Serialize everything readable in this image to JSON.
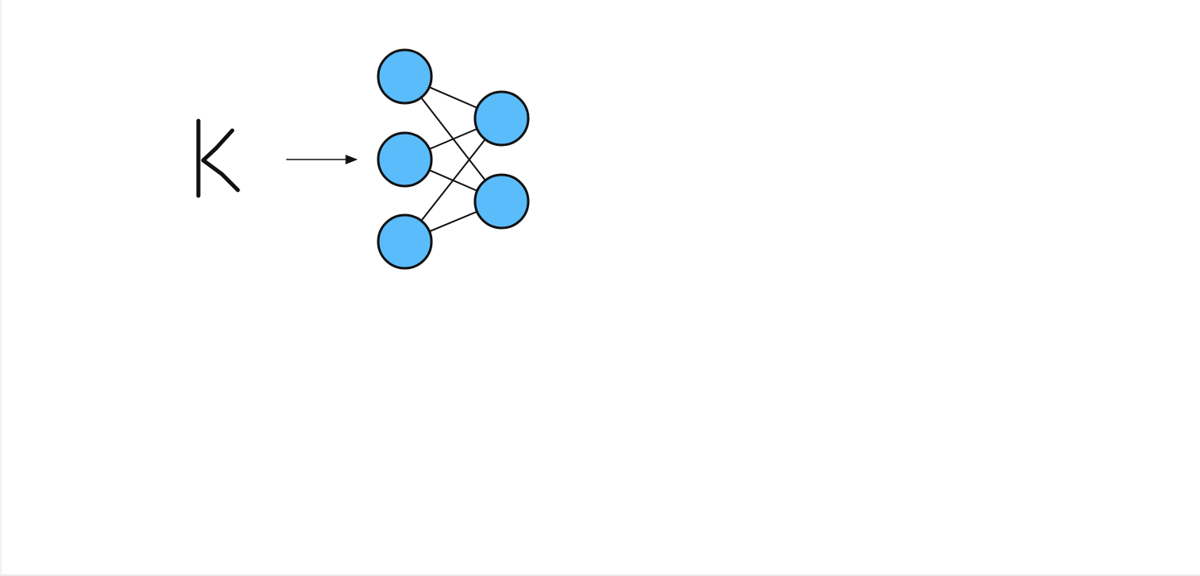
{
  "diagram": {
    "handwritten_glyph": "K",
    "colors": {
      "node_fill": "#5bbcfc",
      "stroke": "#111111",
      "background": "#ffffff"
    },
    "network": {
      "input_layer_count": 3,
      "output_layer_count": 2,
      "connections": [
        [
          "input-1",
          "output-1"
        ],
        [
          "input-1",
          "output-2"
        ],
        [
          "input-2",
          "output-1"
        ],
        [
          "input-2",
          "output-2"
        ],
        [
          "input-3",
          "output-1"
        ],
        [
          "input-3",
          "output-2"
        ]
      ]
    }
  }
}
